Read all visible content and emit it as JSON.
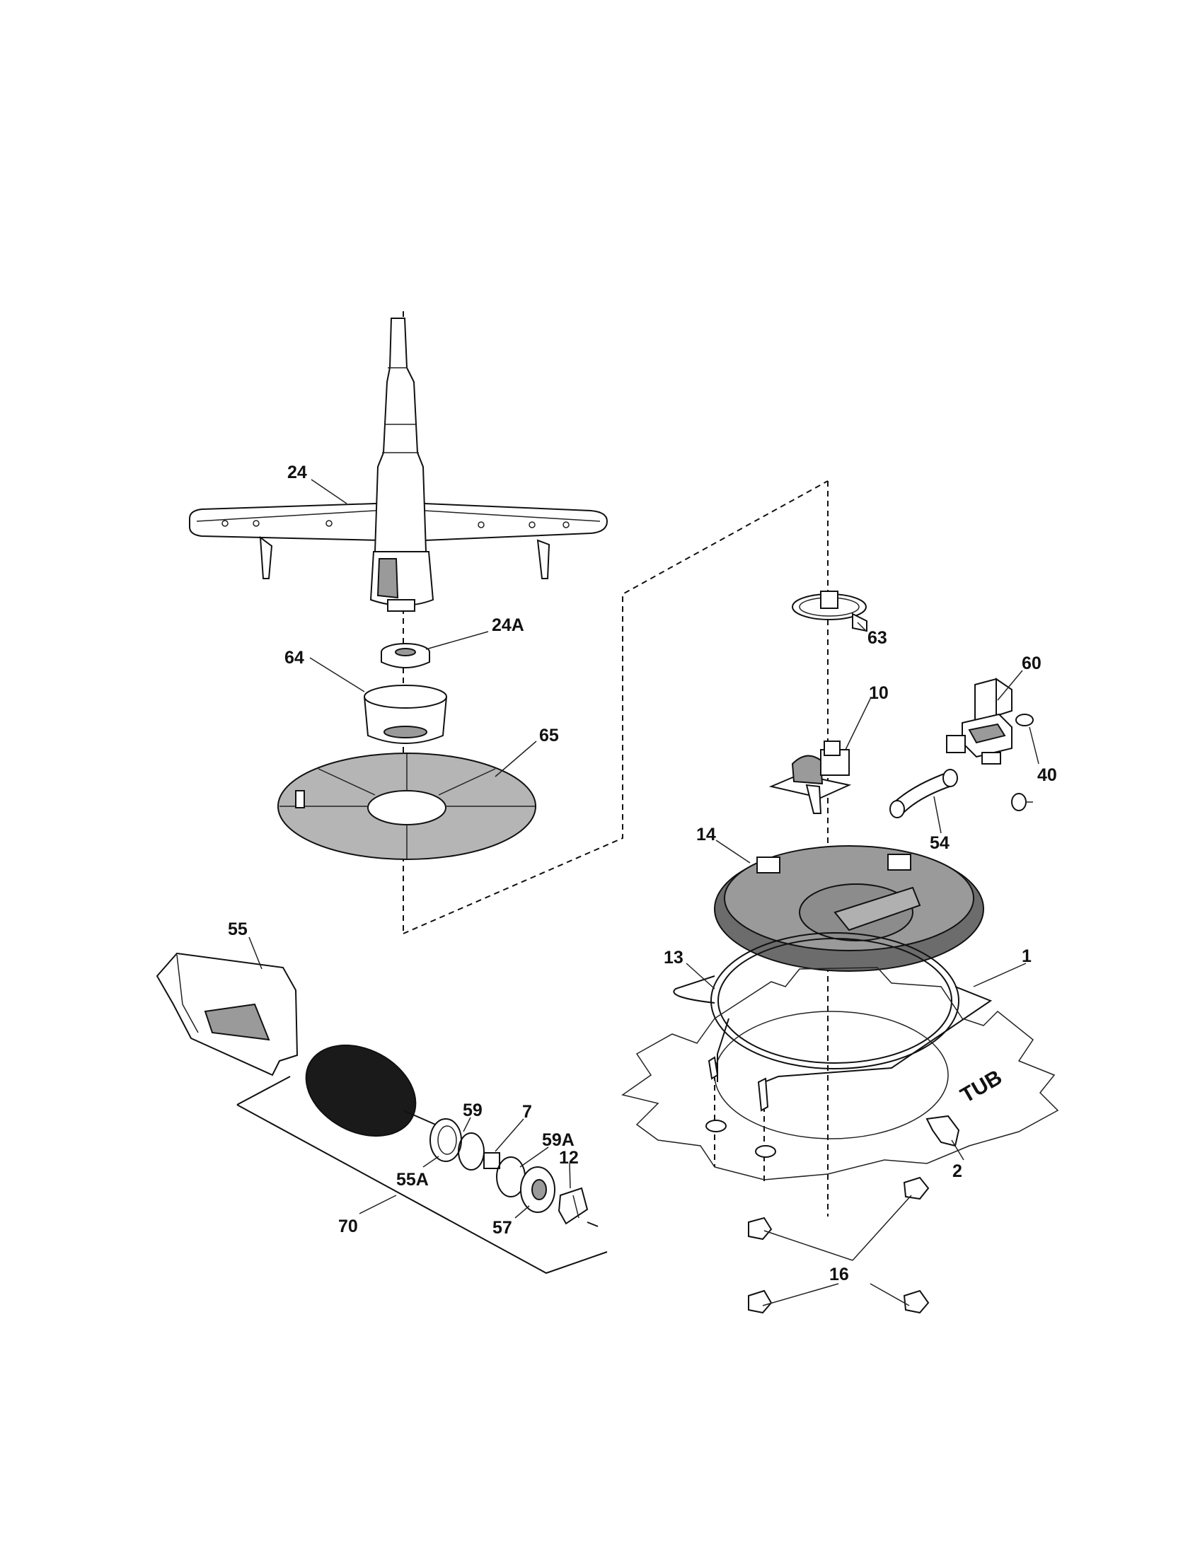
{
  "diagram": {
    "labels": {
      "p24": "24",
      "p24a": "24A",
      "p64": "64",
      "p65": "65",
      "p63": "63",
      "p10": "10",
      "p60": "60",
      "p40": "40",
      "p54": "54",
      "p14": "14",
      "p13": "13",
      "p1": "1",
      "p55": "55",
      "p59": "59",
      "p7": "7",
      "p59a": "59A",
      "p12": "12",
      "p55a": "55A",
      "p57": "57",
      "p70": "70",
      "p2": "2",
      "p16": "16"
    },
    "tub_label": "TUB"
  }
}
